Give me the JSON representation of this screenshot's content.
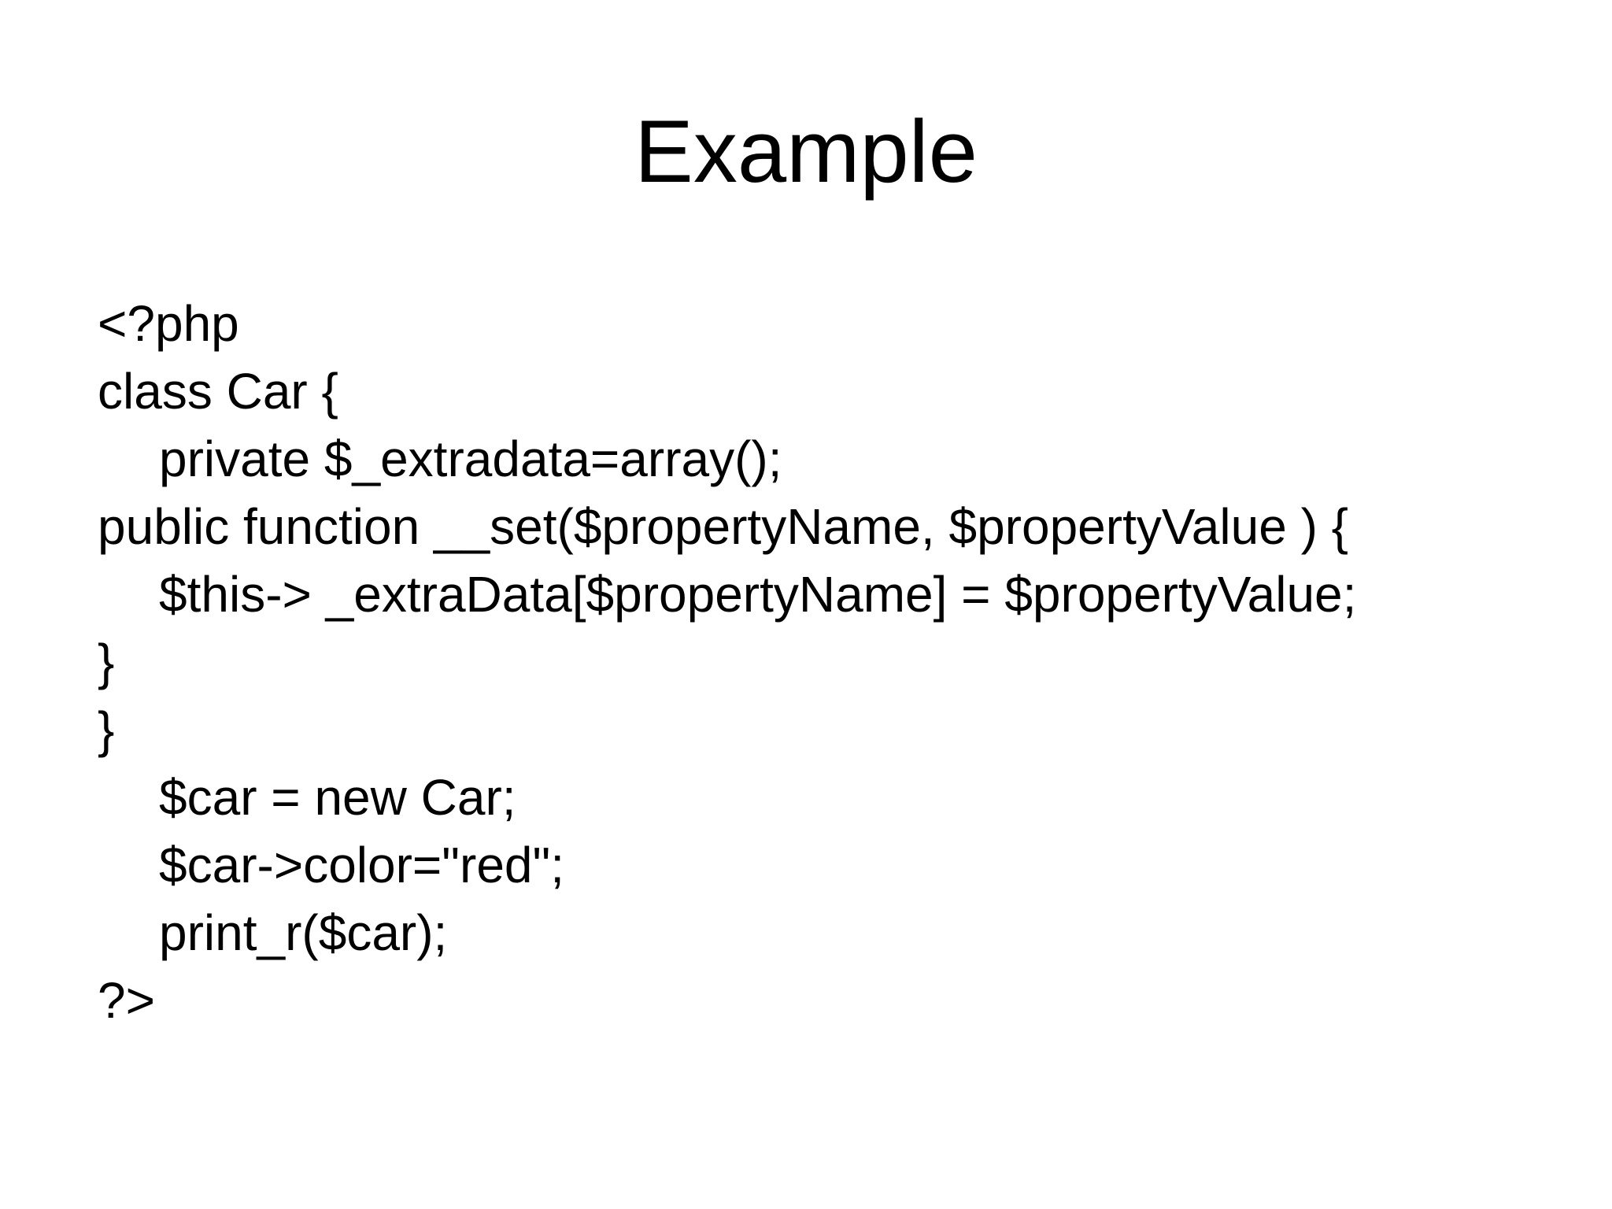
{
  "slide": {
    "title": "Example",
    "code_lines": [
      {
        "text": "<?php",
        "indent": false
      },
      {
        "text": "class Car {",
        "indent": false
      },
      {
        "text": "private $_extradata=array();",
        "indent": true
      },
      {
        "text": "public function __set($propertyName, $propertyValue ) {",
        "indent": false
      },
      {
        "text": "$this-> _extraData[$propertyName] = $propertyValue;",
        "indent": true
      },
      {
        "text": "}",
        "indent": false
      },
      {
        "text": "}",
        "indent": false
      },
      {
        "text": "$car = new Car;",
        "indent": true
      },
      {
        "text": "$car->color=\"red\";",
        "indent": true
      },
      {
        "text": "print_r($car);",
        "indent": true
      },
      {
        "text": "?>",
        "indent": false
      }
    ]
  }
}
